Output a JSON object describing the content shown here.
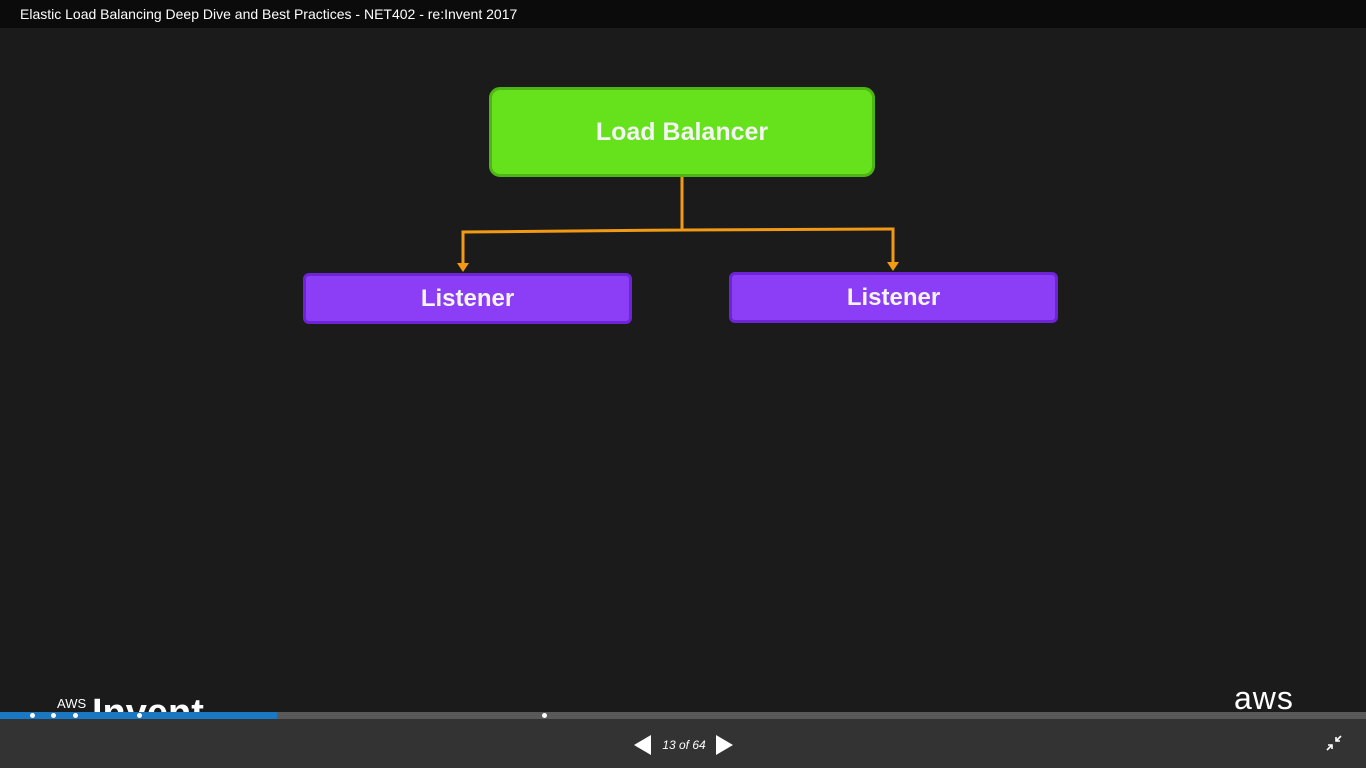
{
  "window": {
    "title": "Elastic Load Balancing Deep Dive and Best Practices - NET402 - re:Invent 2017"
  },
  "slide": {
    "root_box": "Load Balancer",
    "child_boxes": [
      "Listener",
      "Listener"
    ],
    "logo_left_small": "AWS",
    "logo_left_big": "Invent",
    "logo_right": "aws"
  },
  "colors": {
    "root_box": "#66e21c",
    "child_box": "#8b3ef6",
    "connector": "#f29a14",
    "progress": "#1a78c2"
  },
  "player": {
    "progress_fraction": 0.203,
    "counter": "13 of 64",
    "prev_icon": "triangle-left-icon",
    "next_icon": "triangle-right-icon",
    "exit_fullscreen_icon": "exit-fullscreen-icon"
  }
}
